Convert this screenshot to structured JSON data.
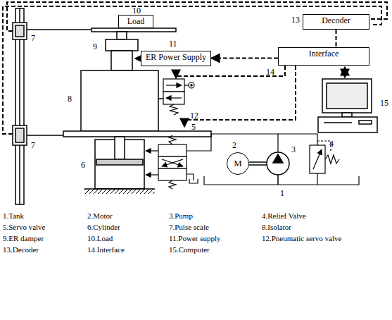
{
  "diagram": {
    "nodes": [
      {
        "text": [
          "Decoder"
        ]
      },
      {
        "text": [
          "Load"
        ]
      },
      {
        "text": [
          "ER Power Supply"
        ]
      },
      {
        "text": [
          "Interface"
        ]
      },
      {
        "text": [
          "M"
        ]
      }
    ],
    "edges": [
      {
        "from": 0,
        "to": 3,
        "arrow": "none"
      },
      {
        "from": 3,
        "to": 2,
        "arrow": "to"
      }
    ],
    "labels": [
      "13",
      "10",
      "11",
      "9",
      "14",
      "8",
      "12",
      "15",
      "7",
      "7",
      "5",
      "6",
      "2",
      "3",
      "4",
      "1",
      "1.Tank",
      "2.Motor",
      "3.Pump",
      "4.Relief Valve",
      "5.Servo valve",
      "6.Cylinder",
      "7.Pulse scale",
      "8.Isolator",
      "9.ER damper",
      "10.Load",
      "11.Power supply",
      "12.Pneumatic servo valve",
      "13.Decoder",
      "14.Interface",
      "15.Computer"
    ]
  }
}
